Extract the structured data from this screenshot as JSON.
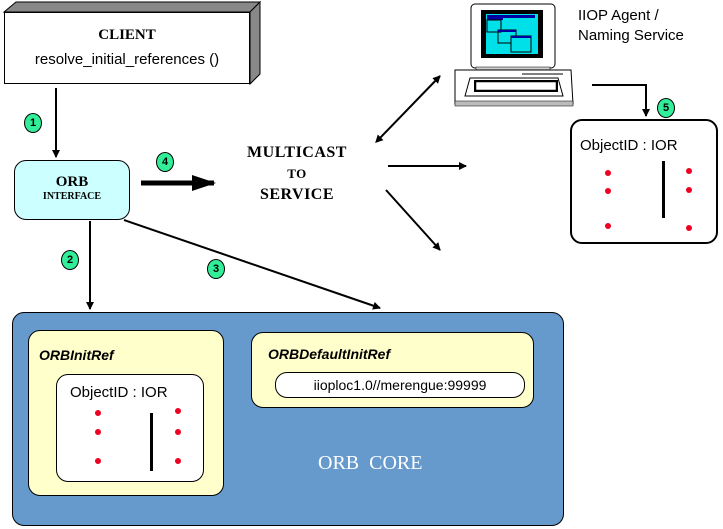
{
  "client": {
    "title": "CLIENT",
    "method": "resolve_initial_references ()"
  },
  "orb_interface": {
    "title": "ORB",
    "subtitle": "INTERFACE"
  },
  "multicast": {
    "line1": "MULTICAST",
    "line2": "TO",
    "line3": "SERVICE"
  },
  "agent": {
    "line1": "IIOP Agent /",
    "line2": "Naming Service"
  },
  "steps": [
    "1",
    "2",
    "3",
    "4",
    "5"
  ],
  "agent_table": {
    "header": "ObjectID  :  IOR"
  },
  "orb_core": {
    "label": "ORB  CORE",
    "init_ref": {
      "title": "ORBInitRef",
      "table_header": "ObjectID  :  IOR"
    },
    "default_init_ref": {
      "title": "ORBDefaultInitRef",
      "value": "iioploc1.0//merengue:99999"
    }
  }
}
